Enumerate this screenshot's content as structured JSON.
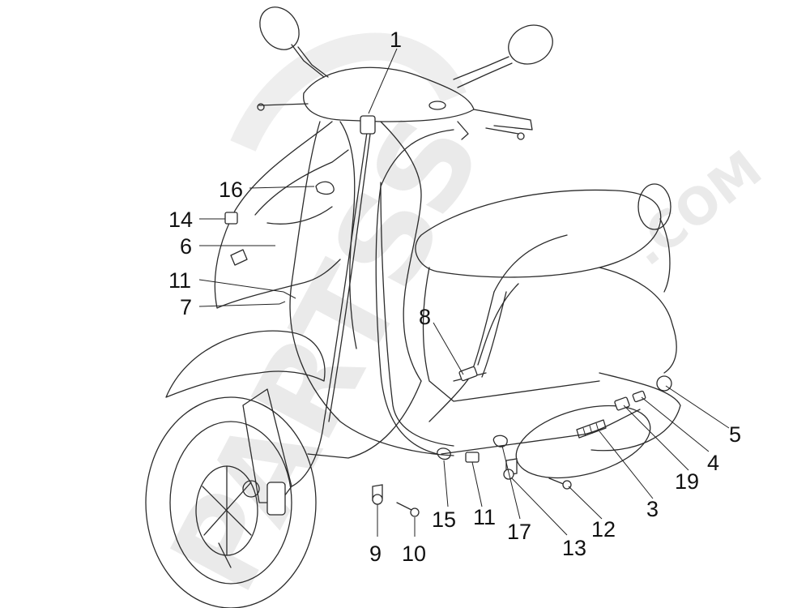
{
  "watermark": {
    "brand": "PARTSS",
    "suffix": ".COM"
  },
  "callouts": [
    {
      "id": "c1",
      "label": "1"
    },
    {
      "id": "c16",
      "label": "16"
    },
    {
      "id": "c14",
      "label": "14"
    },
    {
      "id": "c6",
      "label": "6"
    },
    {
      "id": "c11a",
      "label": "11"
    },
    {
      "id": "c7",
      "label": "7"
    },
    {
      "id": "c8",
      "label": "8"
    },
    {
      "id": "c5",
      "label": "5"
    },
    {
      "id": "c4",
      "label": "4"
    },
    {
      "id": "c19",
      "label": "19"
    },
    {
      "id": "c3",
      "label": "3"
    },
    {
      "id": "c12",
      "label": "12"
    },
    {
      "id": "c13",
      "label": "13"
    },
    {
      "id": "c17",
      "label": "17"
    },
    {
      "id": "c11b",
      "label": "11"
    },
    {
      "id": "c15",
      "label": "15"
    },
    {
      "id": "c10",
      "label": "10"
    },
    {
      "id": "c9",
      "label": "9"
    }
  ]
}
